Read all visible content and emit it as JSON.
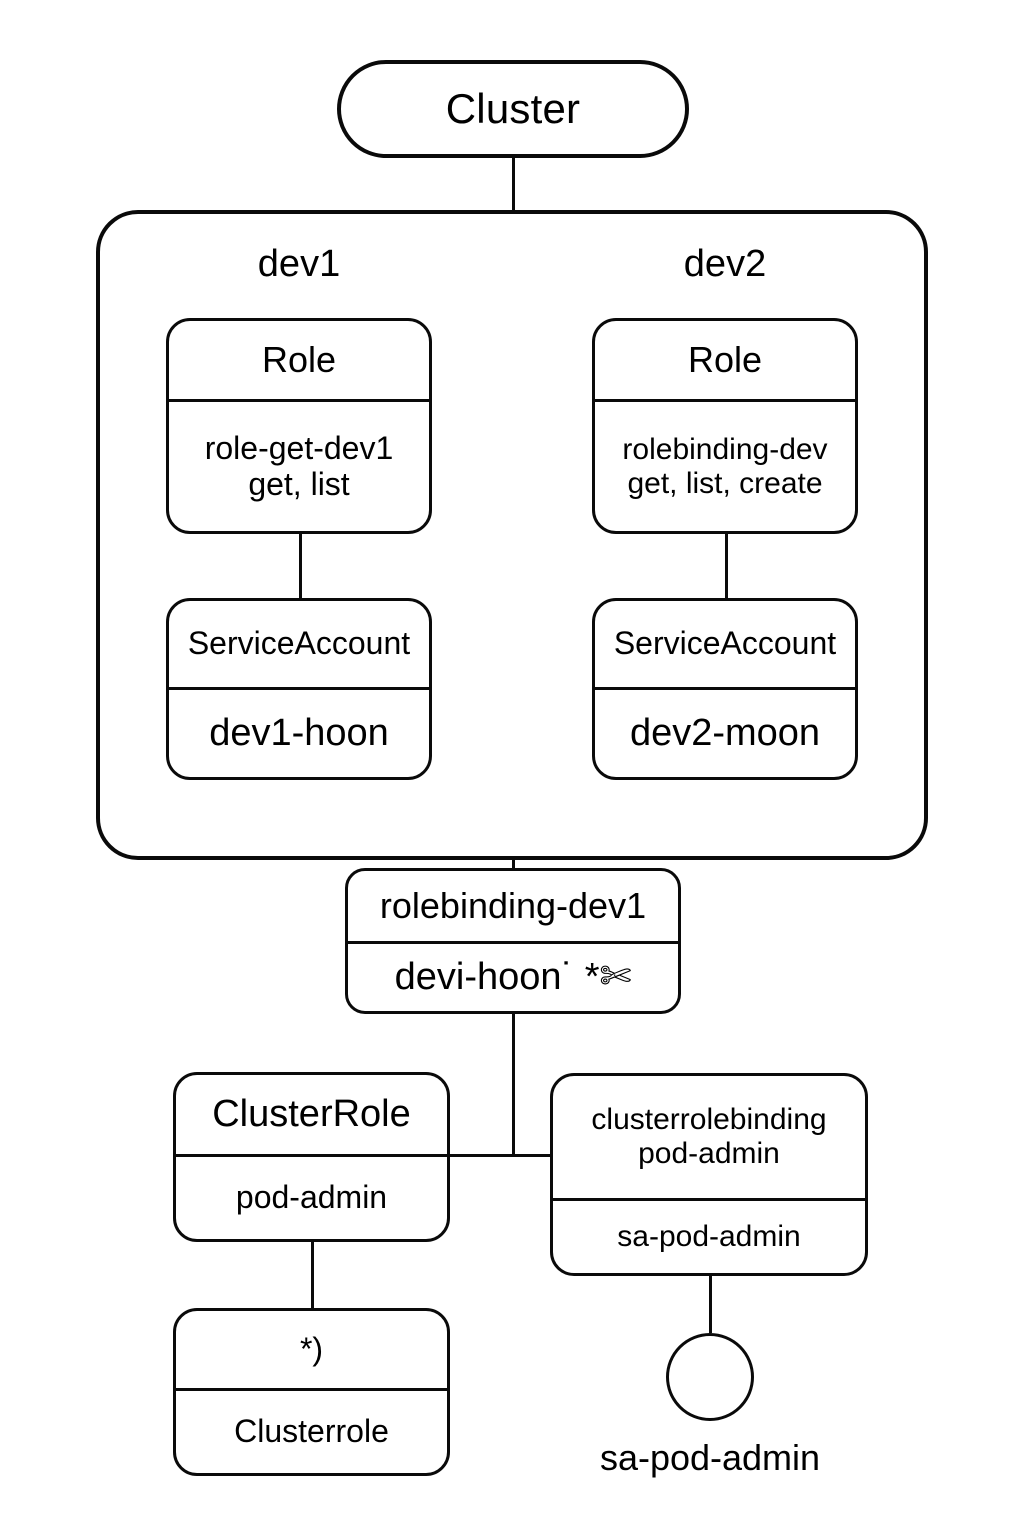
{
  "diagram": {
    "title": "Kubernetes RBAC cluster diagram",
    "stroke_color": "#0a0a0a",
    "background_color": "#ffffff"
  },
  "cluster": {
    "label": "Cluster"
  },
  "namespaces": [
    {
      "name": "dev1",
      "role": {
        "header": "Role",
        "body_line1": "role-get-dev1",
        "body_line2": "get, list"
      },
      "service_account": {
        "header": "ServiceAccount",
        "body": "dev1-hoon"
      }
    },
    {
      "name": "dev2",
      "role": {
        "header": "Role",
        "body_line1": "rolebinding-dev",
        "body_line2": "get, list, create"
      },
      "service_account": {
        "header": "ServiceAccount",
        "body": "dev2-moon"
      }
    }
  ],
  "rolebinding": {
    "header": "rolebinding-dev1",
    "body": "devi-hoon˙ *✄"
  },
  "clusterrole": {
    "header": "ClusterRole",
    "body": "pod-admin"
  },
  "clusterrolebinding": {
    "header_line1": "clusterrolebinding",
    "header_line2": "pod-admin",
    "body": "sa-pod-admin"
  },
  "clusterrole_subject": {
    "header": "*)",
    "body": "Clusterrole"
  },
  "service_account_node": {
    "label": "sa-pod-admin"
  }
}
